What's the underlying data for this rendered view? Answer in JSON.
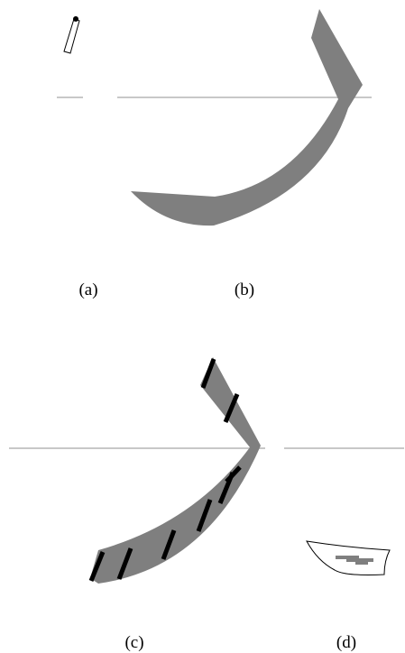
{
  "panels": [
    {
      "id": "a",
      "caption": "(a)"
    },
    {
      "id": "b",
      "caption": "(b)"
    },
    {
      "id": "c",
      "caption": "(c)"
    },
    {
      "id": "d",
      "caption": "(d)"
    }
  ],
  "colors": {
    "band_fill": "#7f7f7f",
    "axis_line": "#c8c8c8",
    "stripe": "#000000",
    "outline": "#000000",
    "background": "#ffffff"
  }
}
